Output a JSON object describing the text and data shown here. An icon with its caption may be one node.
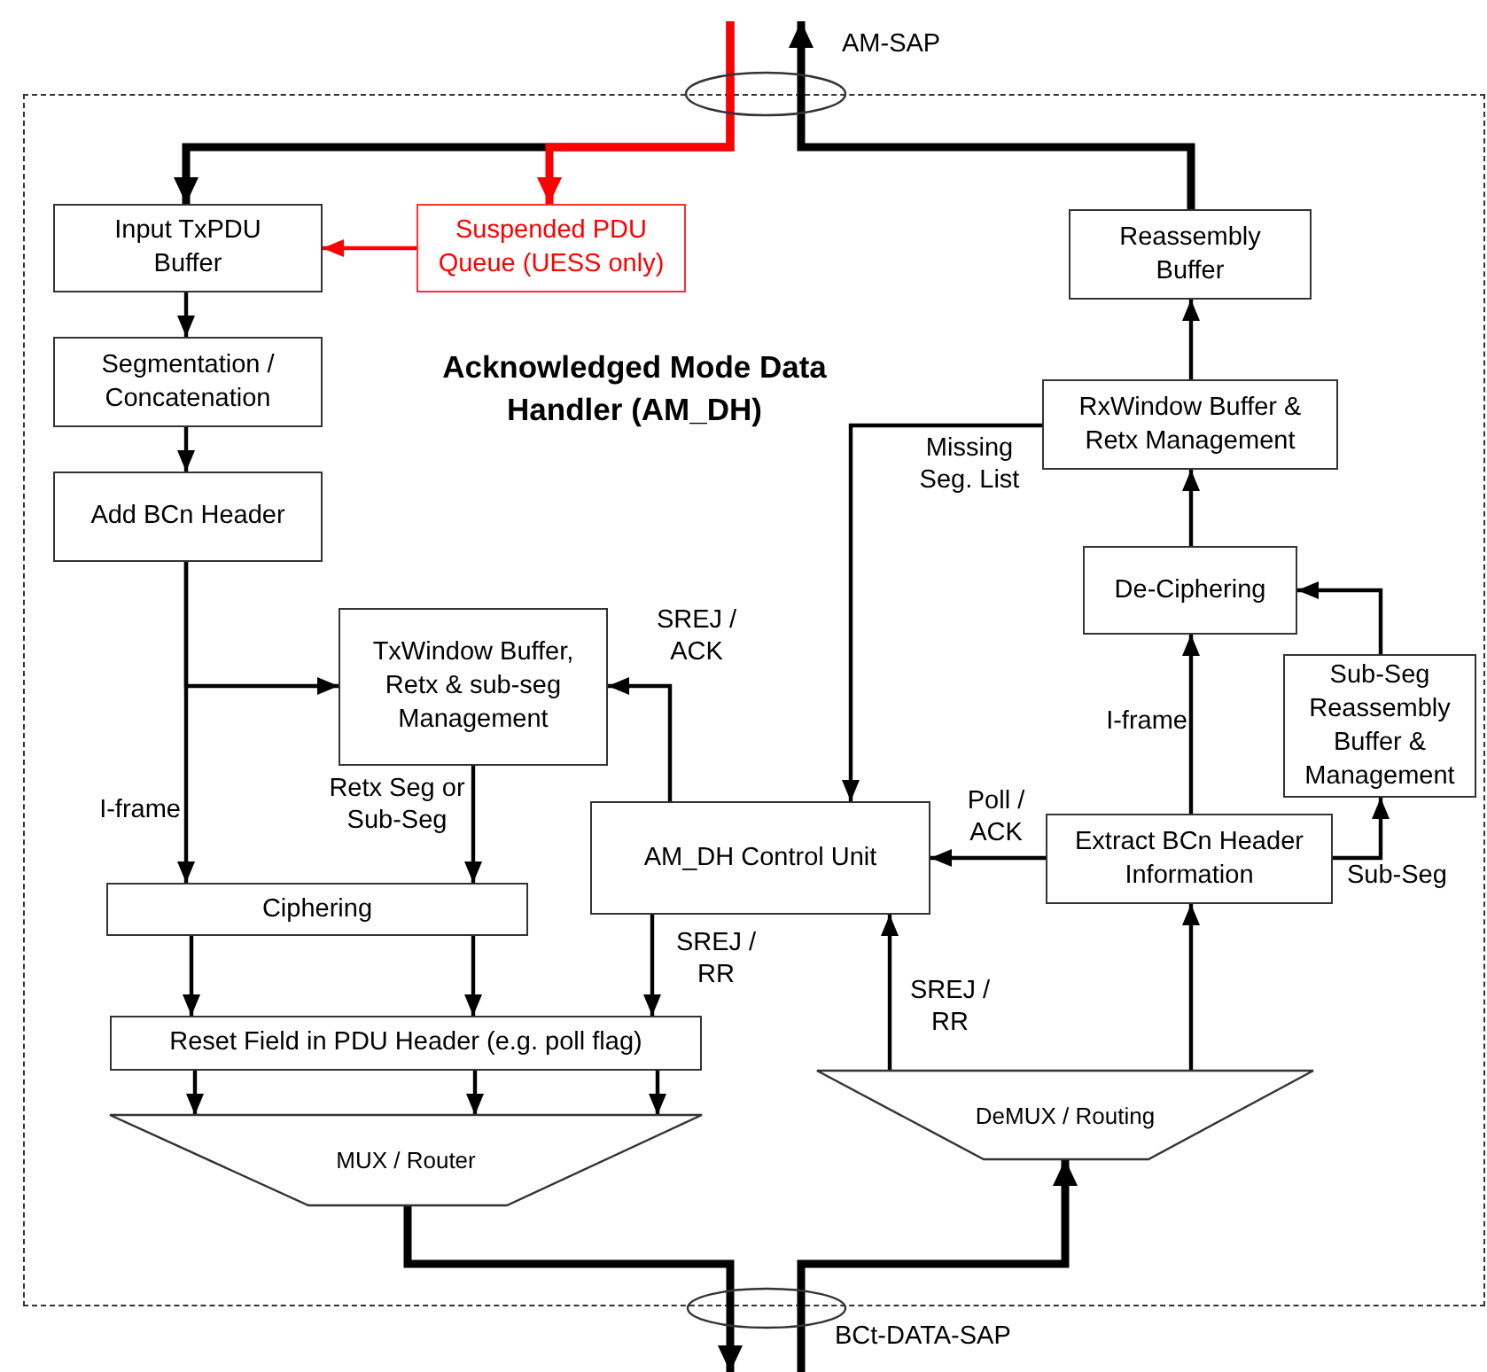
{
  "diagram": {
    "title": "Acknowledged Mode Data Handler  (AM_DH)",
    "nodes": [
      {
        "text": [],
        "shape": "box"
      },
      {
        "text": [
          "Input TxPDU Buffer"
        ],
        "in": 0
      },
      {
        "text": [
          "Suspended PDU Queue (UESS only)"
        ],
        "in": 0
      },
      {
        "text": [
          "Segmentation / Concatenation"
        ],
        "in": 0
      },
      {
        "text": [
          "Add BCn Header"
        ],
        "in": 0
      },
      {
        "text": [
          "TxWindow Buffer, Retx & sub-seg Management"
        ],
        "in": 0
      },
      {
        "text": [
          "Ciphering"
        ],
        "in": 0
      },
      {
        "text": [
          "AM_DH Control Unit"
        ],
        "in": 0
      },
      {
        "text": [
          "Reset Field in PDU Header (e.g. poll flag)"
        ],
        "in": 0
      },
      {
        "text": [
          "MUX / Router"
        ],
        "in": 0
      },
      {
        "text": [
          "Reassembly Buffer"
        ],
        "in": 0
      },
      {
        "text": [
          "RxWindow Buffer & Retx Management"
        ],
        "in": 0
      },
      {
        "text": [
          "De-Ciphering"
        ],
        "in": 0
      },
      {
        "text": [
          "Sub-Seg Reassembly Buffer & Management"
        ],
        "in": 0
      },
      {
        "text": [
          "Extract BCn Header Information"
        ],
        "in": 0
      },
      {
        "text": [
          "DeMUX / Routing"
        ],
        "in": 0
      },
      {
        "text": [],
        "shape": "ellipse",
        "beside": [
          "AM-SAP"
        ]
      },
      {
        "text": [],
        "shape": "ellipse",
        "beside": [
          "BCt-DATA-SAP"
        ]
      }
    ],
    "edges": [
      {
        "from": null,
        "to": 1,
        "arrow": "to",
        "style": "thick"
      },
      {
        "from": null,
        "to": 2,
        "arrow": "to",
        "style": "thick",
        "color": "#ff0000"
      },
      {
        "from": 2,
        "to": 1,
        "arrow": "to",
        "color": "#ff0000"
      },
      {
        "from": 1,
        "to": 3,
        "arrow": "to"
      },
      {
        "from": 3,
        "to": 4,
        "arrow": "to"
      },
      {
        "from": 4,
        "to": 6,
        "arrow": "to",
        "label": "I-frame"
      },
      {
        "from": 4,
        "to": 5,
        "arrow": "to"
      },
      {
        "from": 5,
        "to": 6,
        "arrow": "to",
        "label": "Retx Seg or Sub-Seg"
      },
      {
        "from": 6,
        "to": 8,
        "arrow": "to"
      },
      {
        "from": 6,
        "to": 8,
        "arrow": "to"
      },
      {
        "from": 7,
        "to": 5,
        "arrow": "to",
        "label": "SREJ / ACK"
      },
      {
        "from": 7,
        "to": 8,
        "arrow": "to",
        "label": "SREJ / RR"
      },
      {
        "from": 8,
        "to": 9,
        "arrow": "to"
      },
      {
        "from": 8,
        "to": 9,
        "arrow": "to"
      },
      {
        "from": 8,
        "to": 9,
        "arrow": "to"
      },
      {
        "from": 9,
        "to": 17,
        "arrow": "none",
        "style": "thick"
      },
      {
        "from": null,
        "to": 15,
        "arrow": "to",
        "style": "thick"
      },
      {
        "from": 15,
        "to": 7,
        "arrow": "to",
        "label": "SREJ / RR"
      },
      {
        "from": 15,
        "to": 14,
        "arrow": "to"
      },
      {
        "from": 14,
        "to": 7,
        "arrow": "to",
        "label": "Poll / ACK"
      },
      {
        "from": 14,
        "to": 12,
        "arrow": "to",
        "label": "I-frame"
      },
      {
        "from": 14,
        "to": 13,
        "arrow": "to",
        "label": "Sub-Seg"
      },
      {
        "from": 13,
        "to": 12,
        "arrow": "to"
      },
      {
        "from": 12,
        "to": 11,
        "arrow": "to"
      },
      {
        "from": 11,
        "to": 10,
        "arrow": "to"
      },
      {
        "from": 10,
        "to": 16,
        "arrow": "none",
        "style": "thick"
      },
      {
        "from": 11,
        "to": 7,
        "arrow": "to",
        "label": "Missing Seg. List"
      },
      {
        "from": 17,
        "to": null,
        "arrow": "to",
        "style": "thick"
      },
      {
        "from": 16,
        "to": null,
        "arrow": "to",
        "style": "thick"
      }
    ]
  }
}
